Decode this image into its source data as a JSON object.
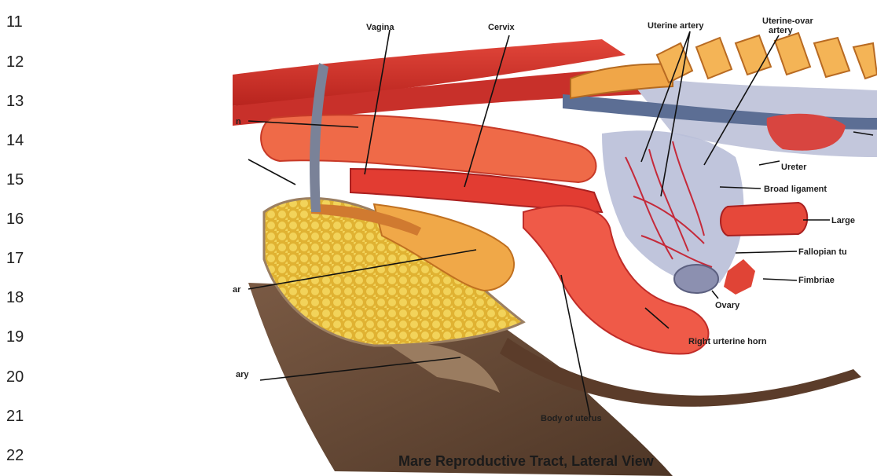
{
  "line_numbers": [
    "11",
    "12",
    "13",
    "14",
    "15",
    "16",
    "17",
    "18",
    "19",
    "20",
    "21",
    "22"
  ],
  "figure": {
    "caption": "Mare Reproductive Tract, Lateral View",
    "labels": {
      "vagina": "Vagina",
      "cervix": "Cervix",
      "uterine_artery": "Uterine artery",
      "uterine_ovarian_artery_1": "Uterine-ovar",
      "uterine_ovarian_artery_2": "artery",
      "ureter": "Ureter",
      "broad_ligament": "Broad ligament",
      "large": "Large",
      "fallopian": "Fallopian tu",
      "fimbriae": "Fimbriae",
      "ovary": "Ovary",
      "right_horn": "Right urterine horn",
      "body_uterus": "Body of uterus",
      "left_cut_1": "n",
      "left_cut_2": "ar",
      "left_cut_3": "ary"
    }
  },
  "colors": {
    "muscle": "#d8362c",
    "muscle_light": "#f07050",
    "bone": "#f0a648",
    "fat": "#e6be36",
    "ligament": "#b9bfd8",
    "skin": "#6a4a36",
    "vessel": "#c52a3a"
  }
}
